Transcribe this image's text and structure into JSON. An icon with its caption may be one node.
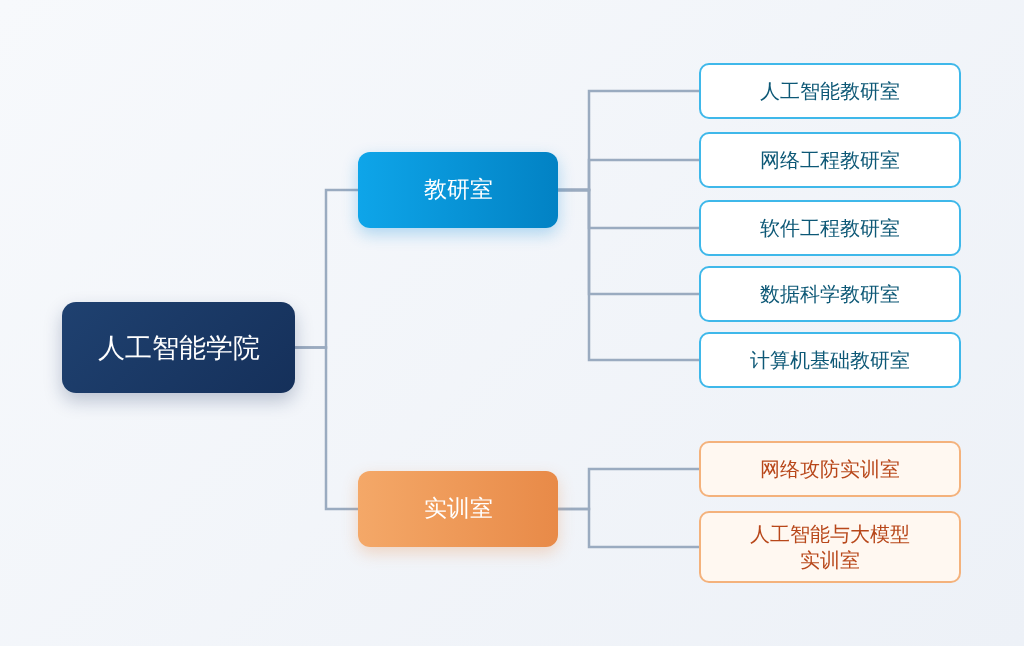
{
  "diagram": {
    "nodes": [
      {
        "text": [
          "人工智能学院"
        ]
      },
      {
        "text": [
          "教研室"
        ]
      },
      {
        "text": [
          "实训室"
        ]
      },
      {
        "text": [
          "人工智能教研室"
        ]
      },
      {
        "text": [
          "网络工程教研室"
        ]
      },
      {
        "text": [
          "软件工程教研室"
        ]
      },
      {
        "text": [
          "数据科学教研室"
        ]
      },
      {
        "text": [
          "计算机基础教研室"
        ]
      },
      {
        "text": [
          "网络攻防实训室"
        ]
      },
      {
        "text": [
          "人工智能与大模型实训室"
        ]
      }
    ],
    "edges": [
      {
        "from": 0,
        "to": 1,
        "arrow": "none"
      },
      {
        "from": 0,
        "to": 2,
        "arrow": "none"
      },
      {
        "from": 1,
        "to": 3,
        "arrow": "none"
      },
      {
        "from": 1,
        "to": 4,
        "arrow": "none"
      },
      {
        "from": 1,
        "to": 5,
        "arrow": "none"
      },
      {
        "from": 1,
        "to": 6,
        "arrow": "none"
      },
      {
        "from": 1,
        "to": 7,
        "arrow": "none"
      },
      {
        "from": 2,
        "to": 8,
        "arrow": "none"
      },
      {
        "from": 2,
        "to": 9,
        "arrow": "none"
      }
    ]
  }
}
